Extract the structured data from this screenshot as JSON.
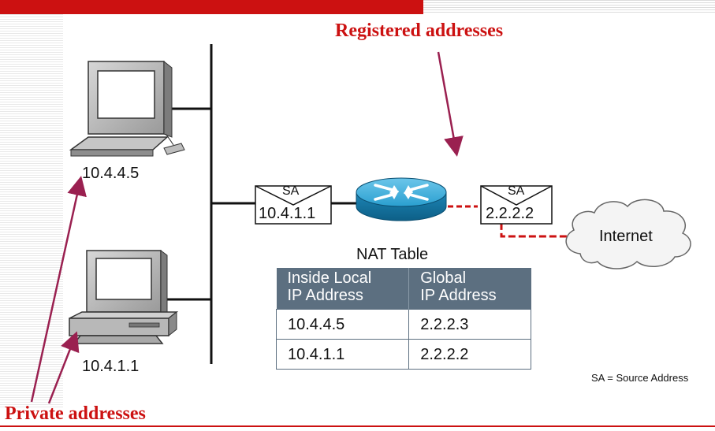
{
  "title": "Registered addresses",
  "private_label": "Private addresses",
  "hosts": [
    {
      "ip": "10.4.4.5"
    },
    {
      "ip": "10.4.1.1"
    }
  ],
  "packet_inside": {
    "header": "SA",
    "address": "10.4.1.1"
  },
  "packet_outside": {
    "header": "SA",
    "address": "2.2.2.2"
  },
  "internet_label": "Internet",
  "nat_table": {
    "caption": "NAT Table",
    "columns": [
      {
        "line1": "Inside Local",
        "line2": "IP Address"
      },
      {
        "line1": "Global",
        "line2": "IP Address"
      }
    ],
    "rows": [
      [
        "10.4.4.5",
        "2.2.2.3"
      ],
      [
        "10.4.1.1",
        "2.2.2.2"
      ]
    ]
  },
  "legend": "SA = Source Address",
  "colors": {
    "accent_red": "#cc1111",
    "arrow": "#9a2050",
    "table_header": "#5c6f80",
    "router": "#1f8fbf"
  },
  "icons": [
    "desktop-computer-icon",
    "router-icon",
    "cloud-icon",
    "envelope-icon"
  ]
}
